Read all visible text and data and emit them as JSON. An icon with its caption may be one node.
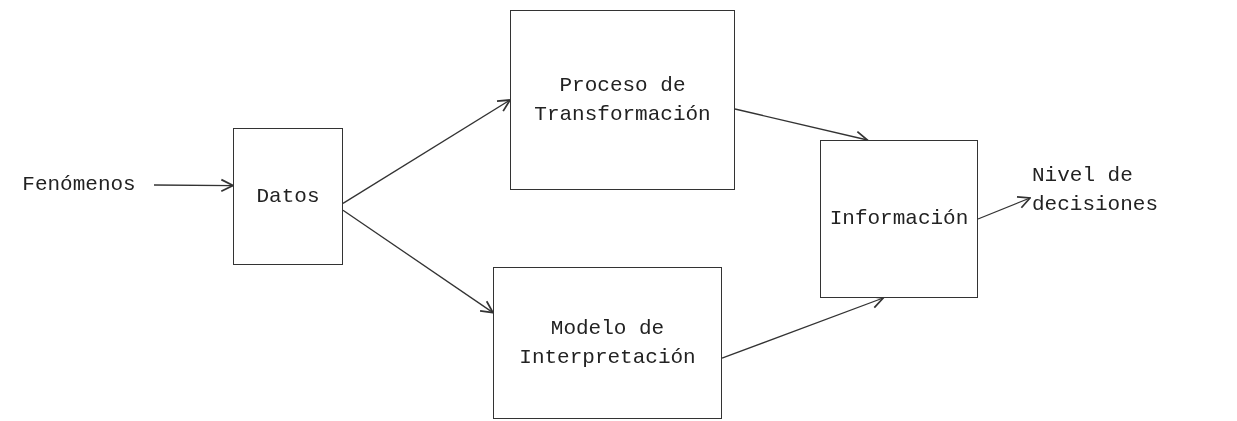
{
  "diagram": {
    "nodes": [
      {
        "text": [
          "Fenómenos"
        ]
      },
      {
        "text": [
          "Datos"
        ]
      },
      {
        "text": [
          "Proceso de Transformación"
        ]
      },
      {
        "text": [
          "Modelo de Interpretación"
        ]
      },
      {
        "text": [
          "Información"
        ]
      },
      {
        "text": [
          "Nivel de decisiones"
        ]
      }
    ],
    "edges": [
      {
        "from": 0,
        "to": 1,
        "arrow": "to"
      },
      {
        "from": 1,
        "to": 2,
        "arrow": "to"
      },
      {
        "from": 1,
        "to": 3,
        "arrow": "to"
      },
      {
        "from": 2,
        "to": 4,
        "arrow": "to"
      },
      {
        "from": 3,
        "to": 4,
        "arrow": "to"
      },
      {
        "from": 4,
        "to": 5,
        "arrow": "to"
      }
    ]
  }
}
